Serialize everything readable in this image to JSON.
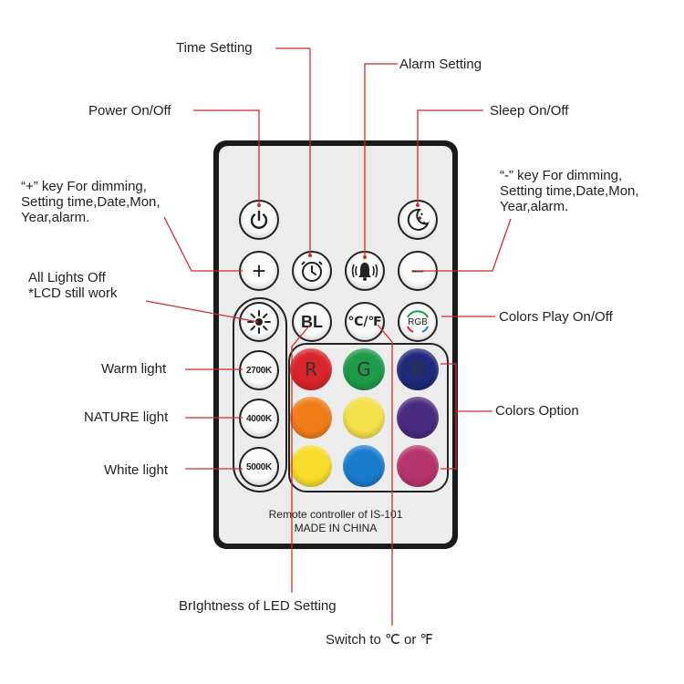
{
  "labels": {
    "time_setting": "Time Setting",
    "alarm_setting": "Alarm Setting",
    "power": "Power On/Off",
    "sleep": "Sleep On/Off",
    "plus_key": [
      "“+” key For dimming,",
      "Setting time,Date,Mon,",
      "Year,alarm."
    ],
    "minus_key": [
      "“-” key For dimming,",
      "Setting time,Date,Mon,",
      "Year,alarm."
    ],
    "all_off": [
      "All Lights Off",
      "*LCD still work"
    ],
    "colors_play": "Colors Play On/Off",
    "warm": "Warm light",
    "nature": "NATURE light",
    "white": "White light",
    "colors_option": "Colors Option",
    "brightness": "BrIghtness of LED Setting",
    "switch_temp": "Switch to ℃ or ℉"
  },
  "remote": {
    "buttons": {
      "bl": "BL",
      "temp": "℃/℉",
      "rgb": "RGB",
      "k2700": "2700K",
      "k4000": "4000K",
      "k5000": "5000K",
      "plus": "+",
      "minus": "−"
    },
    "colors": [
      {
        "name": "R",
        "hex": "#d8242b"
      },
      {
        "name": "G",
        "hex": "#1e9a48"
      },
      {
        "name": "B",
        "hex": "#1f2a7a"
      },
      {
        "name": "",
        "hex": "#f07d1a"
      },
      {
        "name": "",
        "hex": "#f5e14a"
      },
      {
        "name": "",
        "hex": "#4a2a7e"
      },
      {
        "name": "",
        "hex": "#f7dc2d"
      },
      {
        "name": "",
        "hex": "#1c7ccc"
      },
      {
        "name": "",
        "hex": "#b6346a"
      }
    ],
    "footer_line1": "Remote controller of IS-101",
    "footer_line2": "MADE IN CHINA"
  },
  "colors": {
    "leader": "#d52b2b",
    "remote_body": "#1b1b1b",
    "remote_face": "#ececec"
  }
}
